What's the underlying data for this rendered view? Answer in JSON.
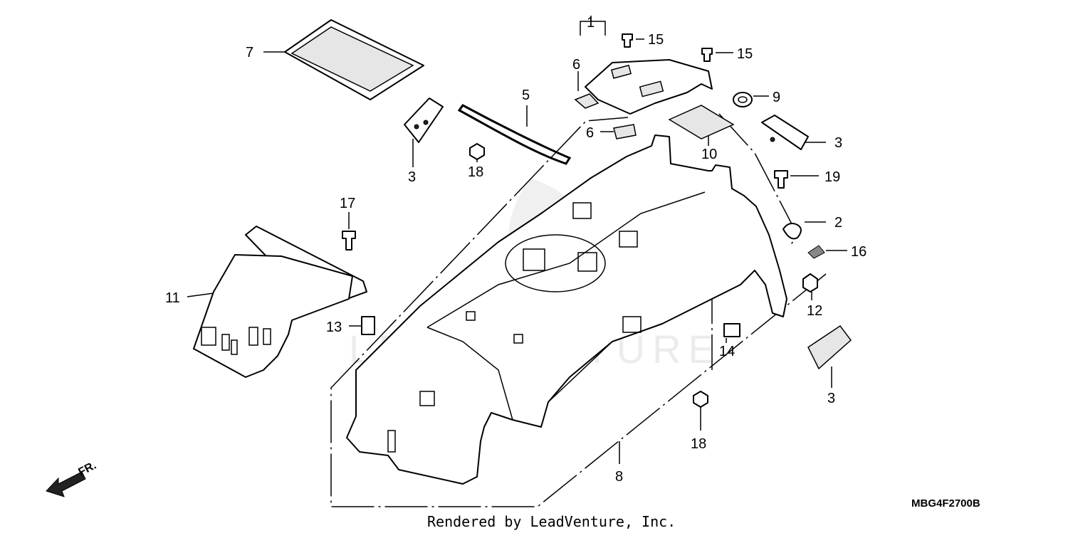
{
  "watermark": "LEADVENTURE",
  "footer_text": "Rendered by LeadVenture, Inc.",
  "diagram_code": "MBG4F2700B",
  "direction_label": "FR.",
  "callouts": {
    "c1": "1",
    "c2": "2",
    "c3a": "3",
    "c3b": "3",
    "c3c": "3",
    "c5": "5",
    "c6a": "6",
    "c6b": "6",
    "c7": "7",
    "c8": "8",
    "c9": "9",
    "c10": "10",
    "c11": "11",
    "c12": "12",
    "c13": "13",
    "c14": "14",
    "c15a": "15",
    "c15b": "15",
    "c16": "16",
    "c17": "17",
    "c18a": "18",
    "c18b": "18",
    "c19": "19"
  }
}
